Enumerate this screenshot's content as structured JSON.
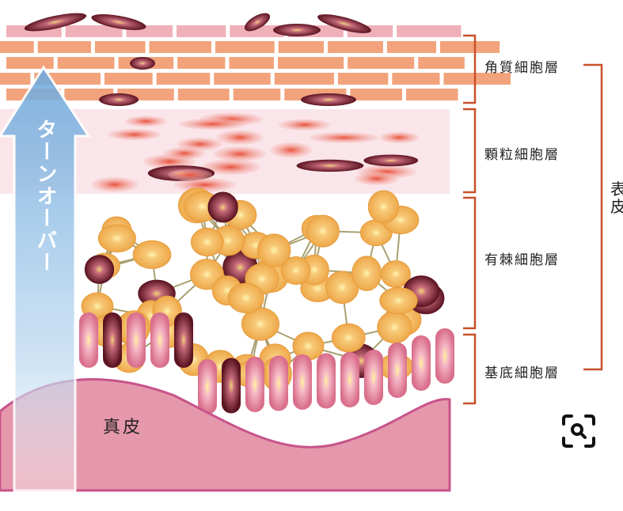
{
  "labels": {
    "stratum_corneum": "角質細胞層",
    "stratum_granulosum": "顆粒細胞層",
    "stratum_spinosum": "有棘細胞層",
    "stratum_basale": "基底細胞層",
    "epidermis": "表皮",
    "dermis": "真皮",
    "turnover": "ターンオーバー"
  },
  "icons": {
    "lens": "visual-search-icon"
  },
  "colors": {
    "bracket": "#c8502a",
    "brick": "#f2a37c",
    "granular_bg": "#f9dde4",
    "spinous_cell": "#f2b55a",
    "dark_cell": "#7a1f2e",
    "dermis": "#e293a6",
    "arrow": "#8fc0e6"
  }
}
